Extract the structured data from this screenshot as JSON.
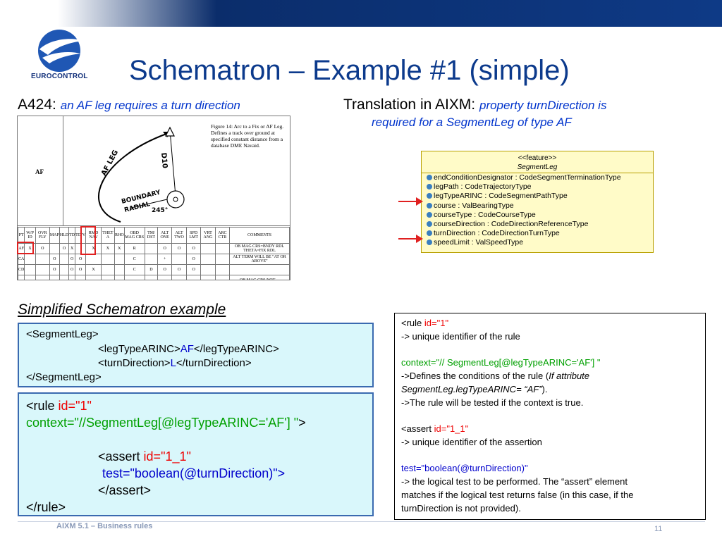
{
  "header": {
    "logo_text": "EUROCONTROL",
    "title": "Schematron – Example #1 (simple)"
  },
  "left_heading": {
    "label": "A424:",
    "desc": "an AF leg requires a turn direction"
  },
  "right_heading": {
    "label": "Translation in AIXM:",
    "desc_line1": "property turnDirection is",
    "desc_line2": "required for a SegmentLeg of type AF"
  },
  "figure": {
    "leg_label": "AF",
    "caption": "Figure 14:  Arc to a Fix or AF Leg. Defines a track over ground at specified constant distance from a database DME Navaid.",
    "diagram_labels": {
      "af_leg": "AF LEG",
      "d10": "D10",
      "boundary": "BOUNDARY",
      "radial": "RADIAL",
      "deg": "245°"
    },
    "table_header": [
      "PT",
      "W/P ID",
      "OVR FLY",
      "MAP",
      "HLD",
      "TD",
      "TD/V",
      "RMD NAV",
      "THET A",
      "RHO",
      "OBD MAG CRS",
      "TM/ DST",
      "ALT ONE",
      "ALT TWO",
      "SPD LMT",
      "VRT ANG",
      "ARC CTR",
      "COMMENTS"
    ],
    "table_rows": [
      [
        "AF",
        "X",
        "O",
        "",
        "O",
        "X",
        "",
        "X",
        "X",
        "X",
        "R",
        "",
        "O",
        "O",
        "O",
        "",
        "",
        "OB MAG CRS=BNDY RDL THETA=FIX RDL"
      ],
      [
        "CA",
        "",
        "",
        "O",
        "",
        "O",
        "O",
        "",
        "",
        "",
        "C",
        "",
        "+",
        "",
        "O",
        "",
        "",
        "ALT TERM WILL BE \"AT OR ABOVE\""
      ],
      [
        "CD",
        "",
        "",
        "O",
        "",
        "O",
        "O",
        "X",
        "",
        "",
        "C",
        "D",
        "O",
        "O",
        "O",
        "",
        "",
        ""
      ],
      [
        "",
        "",
        "",
        "",
        "",
        "",
        "",
        "",
        "",
        "",
        "",
        "",
        "",
        "",
        "",
        "",
        "",
        "OB MAG CRS NOT ..."
      ]
    ]
  },
  "uml": {
    "stereotype": "<<feature>>",
    "name": "SegmentLeg",
    "attributes": [
      "endConditionDesignator : CodeSegmentTerminationType",
      "legPath : CodeTrajectoryType",
      "legTypeARINC : CodeSegmentPathType",
      "course : ValBearingType",
      "courseType : CodeCourseType",
      "courseDirection : CodeDirectionReferenceType",
      "turnDirection : CodeDirectionTurnType",
      "speedLimit : ValSpeedType"
    ]
  },
  "simplified_title": "Simplified Schematron example",
  "xml_example": {
    "open": "<SegmentLeg>",
    "line1_pre": "<legTypeARINC>",
    "line1_val": "AF",
    "line1_post": "</legTypeARINC>",
    "line2_pre": "<turnDirection>",
    "line2_val": "L",
    "line2_post": "</turnDirection>",
    "close": "</SegmentLeg>"
  },
  "rule_example": {
    "rule_open": "<rule",
    "rule_id": "id=\"1\"",
    "context": "context=\"//SegmentLeg[@legTypeARINC='AF'] \"",
    "context_end": ">",
    "assert_open": "<assert",
    "assert_id": "id=\"1_1\"",
    "test": "test=\"boolean(@turnDirection)\">",
    "assert_close": "</assert>",
    "rule_close": "</rule>"
  },
  "explanation": {
    "rule_tag": "<rule",
    "rule_id": "id=\"1\"",
    "rule_desc": "-> unique identifier of the rule",
    "context": "context=\"// SegmentLeg[@legTypeARINC='AF'] \"",
    "context_desc1_pre": "->Defines the conditions of the rule (",
    "context_desc1_it": "If attribute",
    "context_desc2_it": "SegmentLeg.legTypeARINC= “AF”",
    "context_desc2_post": ").",
    "context_desc3": "->The rule will be tested if the context is true.",
    "assert_tag": "<assert",
    "assert_id": "id=\"1_1\"",
    "assert_desc": "-> unique identifier of the assertion",
    "test": "test=\"boolean(@turnDirection)\"",
    "test_desc1": "-> the logical test to be performed. The “assert” element",
    "test_desc2": "matches if the logical test returns false (in this case, if the",
    "test_desc3": "turnDirection is not provided)."
  },
  "footer": {
    "left": "AIXM 5.1 – Business rules",
    "page": "11"
  },
  "colors": {
    "title": "#0c3a8c",
    "blue_text": "#0033cc",
    "highlight_red": "#e02020",
    "code_green": "#00a000",
    "code_box_bg": "#d9f7fb",
    "uml_bg": "#fffbc8"
  }
}
